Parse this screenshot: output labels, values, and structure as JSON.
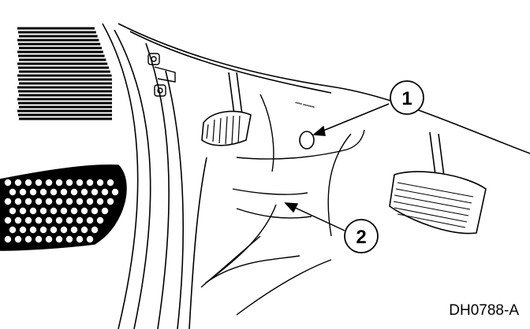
{
  "callouts": [
    {
      "label": "1"
    },
    {
      "label": "2"
    }
  ],
  "figure_id": "DH0788-A",
  "line_color": "#000000",
  "background_color": "#ffffff"
}
